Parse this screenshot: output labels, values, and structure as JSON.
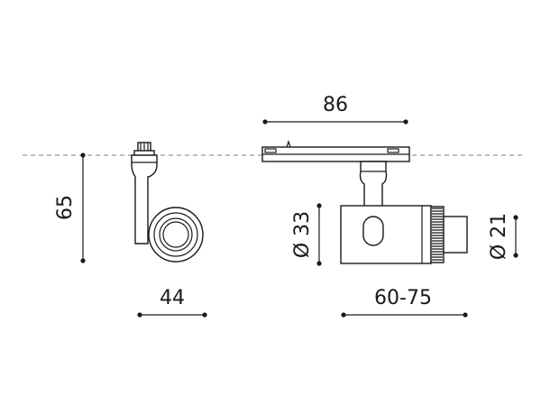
{
  "dimensions": {
    "top_width": "86",
    "height": "65",
    "side_width": "44",
    "body_diameter": "Ø 33",
    "length": "60-75",
    "nose_diameter": "Ø 21"
  }
}
